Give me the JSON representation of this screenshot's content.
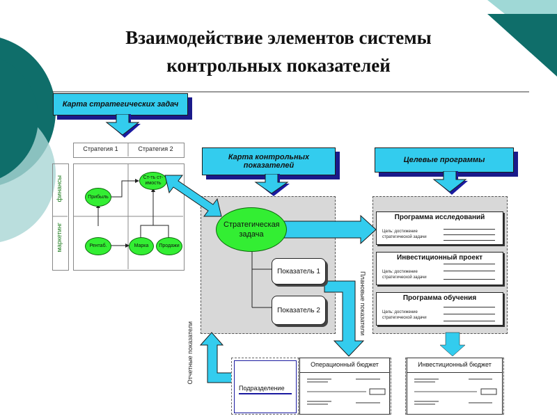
{
  "title_line1": "Взаимодействие элементов системы",
  "title_line2": "контрольных показателей",
  "strategy_map": {
    "header": "Карта стратегических задач",
    "columns": [
      "Стратегия 1",
      "Стратегия 2"
    ],
    "rows": [
      "финансы",
      "маркетинг"
    ],
    "nodes": {
      "profit": "Прибыль",
      "cost": "Ст-ть ст-имость",
      "profitability": "Рентаб.",
      "brand": "Марка",
      "sales": "Продажи"
    }
  },
  "kpi_map": {
    "header": "Карта контрольных показателей",
    "task": "Стратегическая задача",
    "indicator1": "Показатель 1",
    "indicator2": "Показатель 2"
  },
  "programs": {
    "header": "Целевые программы",
    "items": [
      {
        "title": "Программа исследований",
        "goal": "Цель: достижение стратегической задачи"
      },
      {
        "title": "Инвестиционный проект",
        "goal": "Цель: достижение стратегической задачи"
      },
      {
        "title": "Программа обучения",
        "goal": "Цель: достижение стратегической задачи"
      }
    ]
  },
  "labels": {
    "planned": "Плановые показатели",
    "reported": "Отчетные показатели"
  },
  "budget": {
    "department": "Подразделение",
    "operational": "Операционный бюджет",
    "investment": "Инвестиционный бюджет"
  },
  "colors": {
    "cyan": "#33ccee",
    "dark_teal": "#0f6e6a",
    "node_green": "#33ee33",
    "arrow_blue": "#1a1aa0"
  }
}
